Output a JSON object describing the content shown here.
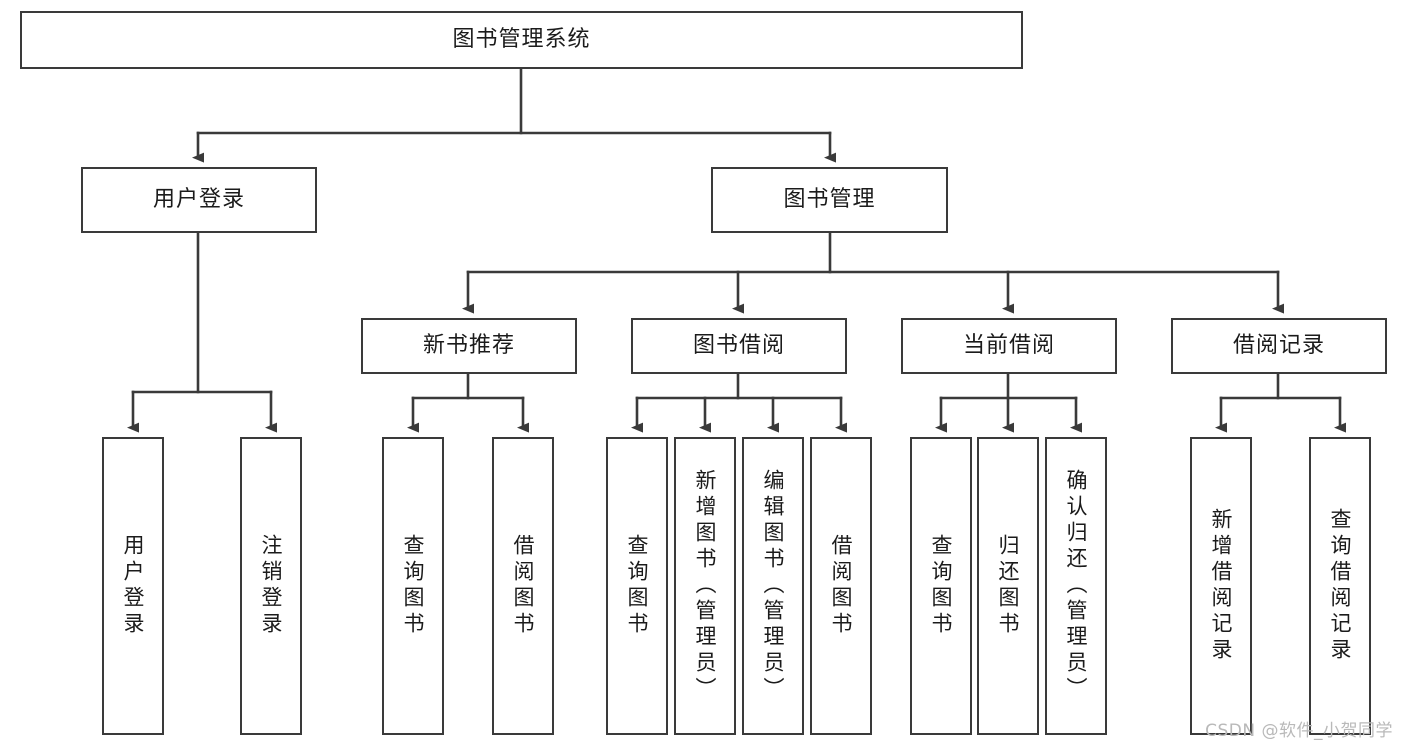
{
  "diagram": {
    "title": "图书管理系统",
    "watermark": "CSDN @软件_小贺同学",
    "levels": {
      "root": {
        "label": "图书管理系统"
      },
      "level2": [
        {
          "id": "user-login",
          "label": "用户登录"
        },
        {
          "id": "book-management",
          "label": "图书管理"
        }
      ],
      "level3": [
        {
          "id": "new-book-recommend",
          "label": "新书推荐"
        },
        {
          "id": "book-borrow",
          "label": "图书借阅"
        },
        {
          "id": "current-borrow",
          "label": "当前借阅"
        },
        {
          "id": "borrow-record",
          "label": "借阅记录"
        }
      ],
      "leaves": [
        {
          "id": "leaf-user-login",
          "label": "用户登录",
          "parent": "user-login"
        },
        {
          "id": "leaf-logout-login",
          "label": "注销登录",
          "parent": "user-login"
        },
        {
          "id": "leaf-query-book-1",
          "label": "查询图书",
          "parent": "new-book-recommend"
        },
        {
          "id": "leaf-borrow-book-1",
          "label": "借阅图书",
          "parent": "new-book-recommend"
        },
        {
          "id": "leaf-query-book-2",
          "label": "查询图书",
          "parent": "book-borrow"
        },
        {
          "id": "leaf-add-book",
          "label": "新增图书（管理员）",
          "parent": "book-borrow"
        },
        {
          "id": "leaf-edit-book",
          "label": "编辑图书（管理员）",
          "parent": "book-borrow"
        },
        {
          "id": "leaf-borrow-book-2",
          "label": "借阅图书",
          "parent": "book-borrow"
        },
        {
          "id": "leaf-query-book-3",
          "label": "查询图书",
          "parent": "current-borrow"
        },
        {
          "id": "leaf-return-book",
          "label": "归还图书",
          "parent": "current-borrow"
        },
        {
          "id": "leaf-confirm-return",
          "label": "确认归还（管理员）",
          "parent": "current-borrow"
        },
        {
          "id": "leaf-add-borrow-record",
          "label": "新增借阅记录",
          "parent": "borrow-record"
        },
        {
          "id": "leaf-query-borrow-record",
          "label": "查询借阅记录",
          "parent": "borrow-record"
        }
      ]
    },
    "colors": {
      "stroke": "#3a3a3a",
      "text": "#1b1b1b",
      "background": "#ffffff",
      "watermark": "#b9b9b9"
    }
  }
}
